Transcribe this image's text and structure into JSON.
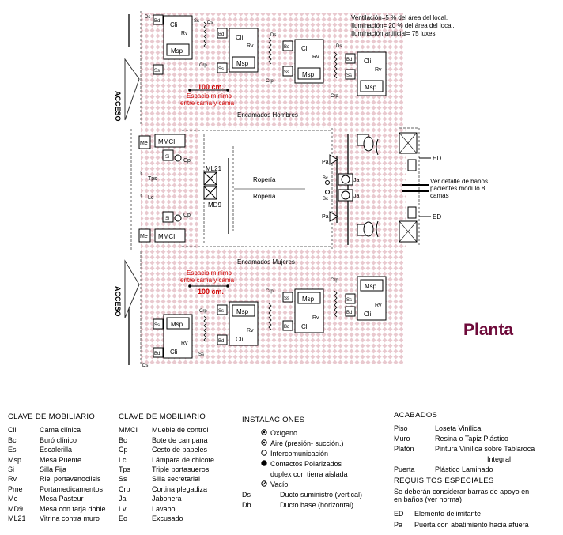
{
  "plan": {
    "title": "Planta",
    "access": "ACCESO",
    "notes": [
      "Ventilación=5 % del área del local.",
      "Iluminación= 20 % del área del local.",
      "Iluminación artificial= 75 luxes."
    ],
    "men_ward": "Encamados Hombres",
    "women_ward": "Encamados Mujeres",
    "min_space": {
      "distance": "100 cm.",
      "line1": "Espacio mínimo",
      "line2": "entre cama y cama"
    },
    "ropa": "Ropería",
    "baths_note": [
      "Ver detalle de baños",
      "pacientes módulo 8",
      "camas"
    ],
    "lbl": {
      "Cli": "Cli",
      "Rv": "Rv",
      "Msp": "Msp",
      "Bd": "Bd",
      "Ds": "Ds",
      "Ss": "Ss",
      "Crp": "Crp",
      "Me": "Me",
      "MMCI": "MMCI",
      "Si": "Si",
      "Cp": "Cp",
      "Tps": "Tps",
      "Lc": "Lc",
      "ML21": "ML21",
      "MD9": "MD9",
      "Pa": "Pa",
      "Bc": "Bc",
      "Ja": "Ja",
      "ED": "ED"
    }
  },
  "legend_mob1": {
    "heading": "CLAVE DE MOBILIARIO",
    "items": [
      {
        "code": "Cli",
        "desc": "Cama clínica"
      },
      {
        "code": "Bcl",
        "desc": "Buró clínico"
      },
      {
        "code": "Es",
        "desc": "Escalerilla"
      },
      {
        "code": "Msp",
        "desc": "Mesa Puente"
      },
      {
        "code": "Si",
        "desc": "Silla Fija"
      },
      {
        "code": "Rv",
        "desc": "Riel portavenoclisis"
      },
      {
        "code": "Pme",
        "desc": "Portamedicamentos"
      },
      {
        "code": "Me",
        "desc": "Mesa Pasteur"
      },
      {
        "code": "MD9",
        "desc": "Mesa con tarja doble"
      },
      {
        "code": "ML21",
        "desc": "Vitrina contra muro"
      }
    ]
  },
  "legend_mob2": {
    "heading": "CLAVE DE MOBILIARIO",
    "items": [
      {
        "code": "MMCI",
        "desc": "Mueble de control"
      },
      {
        "code": "Bc",
        "desc": "Bote de campana"
      },
      {
        "code": "Cp",
        "desc": "Cesto de papeles"
      },
      {
        "code": "Lc",
        "desc": "Lámpara de chicote"
      },
      {
        "code": "Tps",
        "desc": "Triple portasueros"
      },
      {
        "code": "Ss",
        "desc": "Silla secretarial"
      },
      {
        "code": "Crp",
        "desc": "Cortina plegadiza"
      },
      {
        "code": "Ja",
        "desc": "Jabonera"
      },
      {
        "code": "Lv",
        "desc": "Lavabo"
      },
      {
        "code": "Eo",
        "desc": "Excusado"
      }
    ]
  },
  "legend_inst": {
    "heading": "INSTALACIONES",
    "items": [
      {
        "code": "",
        "icon": "oxygen-icon",
        "desc": "Oxígeno"
      },
      {
        "code": "",
        "icon": "air-icon",
        "desc": "Aire (presión- succión.)"
      },
      {
        "code": "",
        "icon": "intercom-icon",
        "desc": "Intercomunicación"
      },
      {
        "code": "",
        "icon": "outlet-icon",
        "desc": "Contactos Polarizados"
      },
      {
        "code": "",
        "icon": "",
        "desc": "duplex con tierra aislada"
      },
      {
        "code": "",
        "icon": "vacuum-icon",
        "desc": "Vacío"
      },
      {
        "code": "Ds",
        "icon": "",
        "desc": "Ducto suministro (vertical)"
      },
      {
        "code": "Db",
        "icon": "",
        "desc": "Ducto base (horizontal)"
      }
    ]
  },
  "legend_acab": {
    "heading": "ACABADOS",
    "items": [
      {
        "code": "Piso",
        "desc": "Loseta Vinílica"
      },
      {
        "code": "Muro",
        "desc": "Resina o Tapiz Plástico"
      },
      {
        "code": "Plafón",
        "desc": "Pintura Vinílica sobre Tablaroca"
      },
      {
        "code": "",
        "desc": "Integral"
      },
      {
        "code": "Puerta",
        "desc": "Plástico Laminado"
      }
    ]
  },
  "legend_req": {
    "heading": "REQUISITOS ESPECIALES",
    "note": [
      "Se deberán considerar barras de apoyo en",
      "en baños (ver norma)"
    ],
    "items": [
      {
        "code": "ED",
        "desc": "Elemento delimitante"
      },
      {
        "code": "Pa",
        "desc": "Puerta con abatimiento hacia afuera"
      }
    ]
  }
}
